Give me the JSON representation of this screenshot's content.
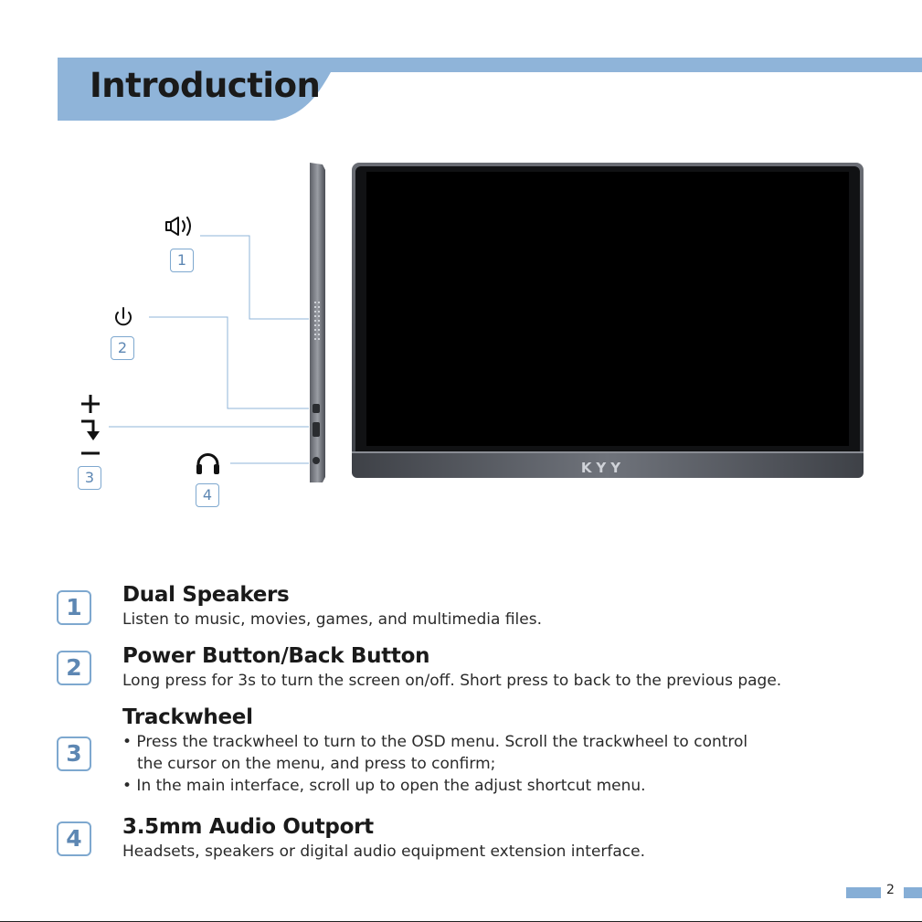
{
  "header": {
    "title": "Introduction",
    "accent_color": "#8fb4d9"
  },
  "device": {
    "brand": "KYY"
  },
  "callouts": [
    "1",
    "2",
    "3",
    "4"
  ],
  "features": [
    {
      "number": "1",
      "title": "Dual Speakers",
      "description": "Listen to music, movies, games, and multimedia files."
    },
    {
      "number": "2",
      "title": "Power Button/Back Button",
      "description": "Long press for 3s to turn the screen on/off. Short press to back to the previous page."
    },
    {
      "number": "3",
      "title": "Trackwheel",
      "bullets": [
        "• Press the trackwheel to turn to the OSD menu. Scroll the trackwheel to control",
        "the cursor on the menu, and press to confirm;",
        "• In the main interface, scroll up to open the adjust shortcut menu."
      ]
    },
    {
      "number": "4",
      "title": "3.5mm Audio Outport",
      "description": "Headsets, speakers or digital audio equipment extension interface."
    }
  ],
  "footer": {
    "page_number": "2"
  },
  "icons": [
    "speaker-icon",
    "power-icon",
    "plus-icon",
    "trackwheel-arrow-icon",
    "minus-icon",
    "headphones-icon"
  ]
}
